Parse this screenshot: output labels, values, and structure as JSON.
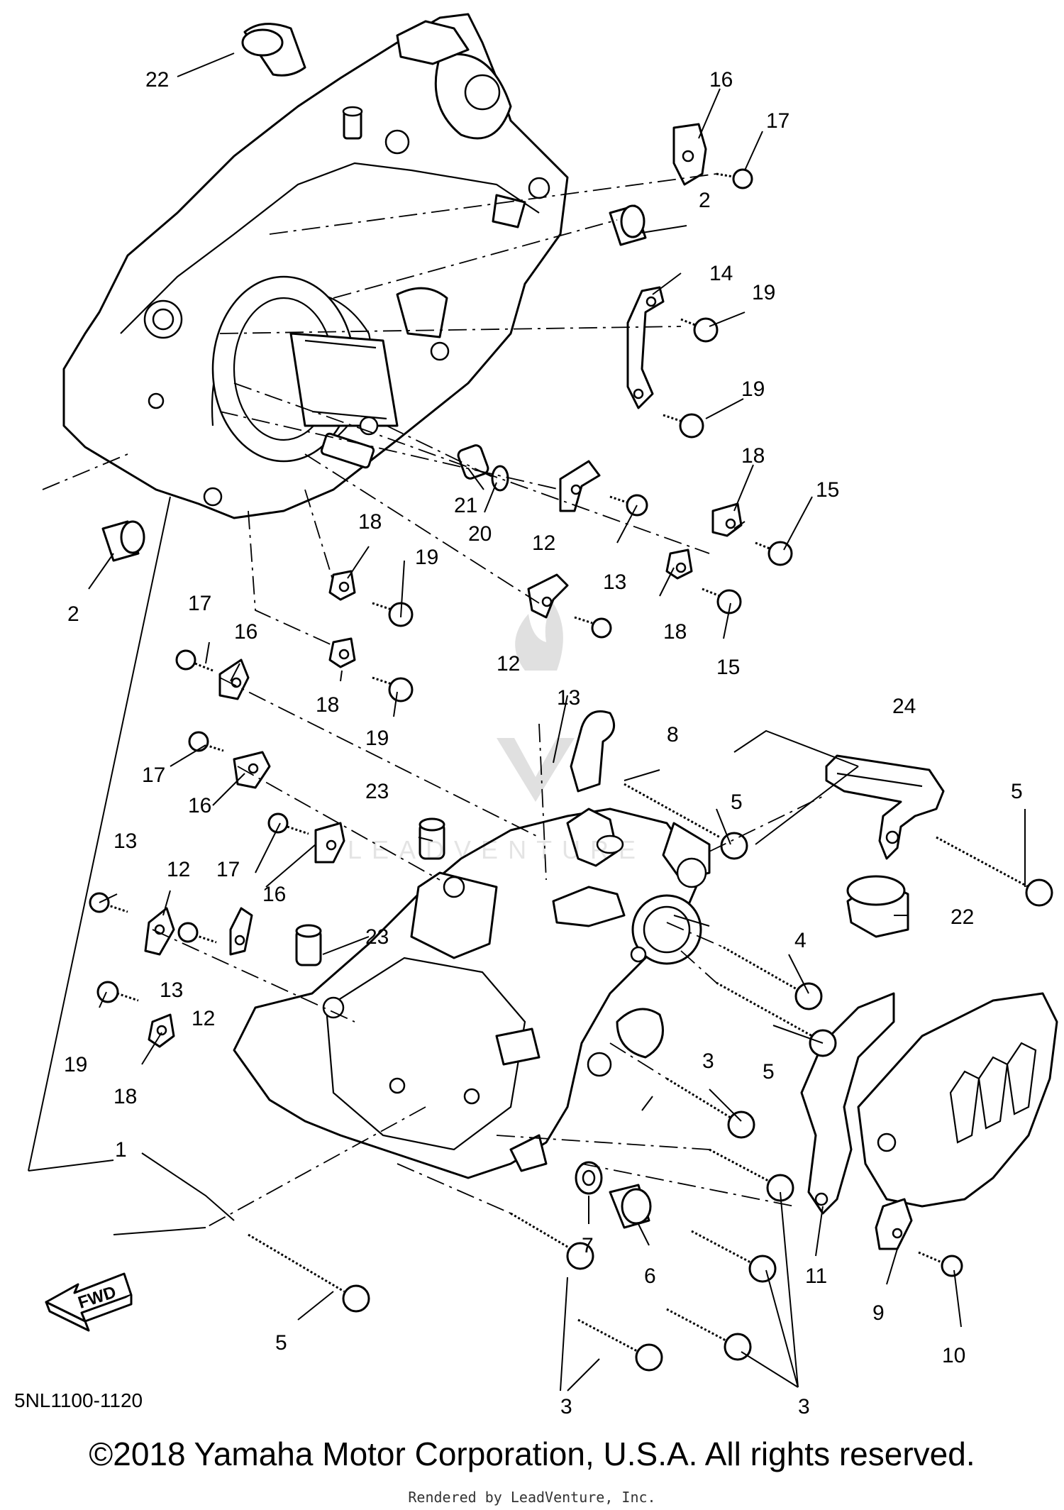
{
  "diagram": {
    "catalog_code": "5NL1100-1120",
    "copyright": "©2018 Yamaha Motor Corporation, U.S.A. All rights reserved.",
    "rendered_by": "Rendered by LeadVenture, Inc.",
    "fwd_label": "FWD",
    "watermark_text": "LEADVENTURE"
  },
  "callouts": [
    {
      "id": "22"
    },
    {
      "id": "16"
    },
    {
      "id": "17"
    },
    {
      "id": "2"
    },
    {
      "id": "14"
    },
    {
      "id": "19"
    },
    {
      "id": "19"
    },
    {
      "id": "18"
    },
    {
      "id": "15"
    },
    {
      "id": "21"
    },
    {
      "id": "20"
    },
    {
      "id": "12"
    },
    {
      "id": "13"
    },
    {
      "id": "18"
    },
    {
      "id": "15"
    },
    {
      "id": "2"
    },
    {
      "id": "18"
    },
    {
      "id": "19"
    },
    {
      "id": "17"
    },
    {
      "id": "16"
    },
    {
      "id": "18"
    },
    {
      "id": "19"
    },
    {
      "id": "12"
    },
    {
      "id": "13"
    },
    {
      "id": "8"
    },
    {
      "id": "24"
    },
    {
      "id": "5"
    },
    {
      "id": "5"
    },
    {
      "id": "17"
    },
    {
      "id": "16"
    },
    {
      "id": "23"
    },
    {
      "id": "17"
    },
    {
      "id": "16"
    },
    {
      "id": "13"
    },
    {
      "id": "12"
    },
    {
      "id": "22"
    },
    {
      "id": "23"
    },
    {
      "id": "4"
    },
    {
      "id": "13"
    },
    {
      "id": "12"
    },
    {
      "id": "5"
    },
    {
      "id": "19"
    },
    {
      "id": "18"
    },
    {
      "id": "3"
    },
    {
      "id": "1"
    },
    {
      "id": "7"
    },
    {
      "id": "6"
    },
    {
      "id": "11"
    },
    {
      "id": "9"
    },
    {
      "id": "10"
    },
    {
      "id": "5"
    },
    {
      "id": "3"
    },
    {
      "id": "3"
    }
  ]
}
